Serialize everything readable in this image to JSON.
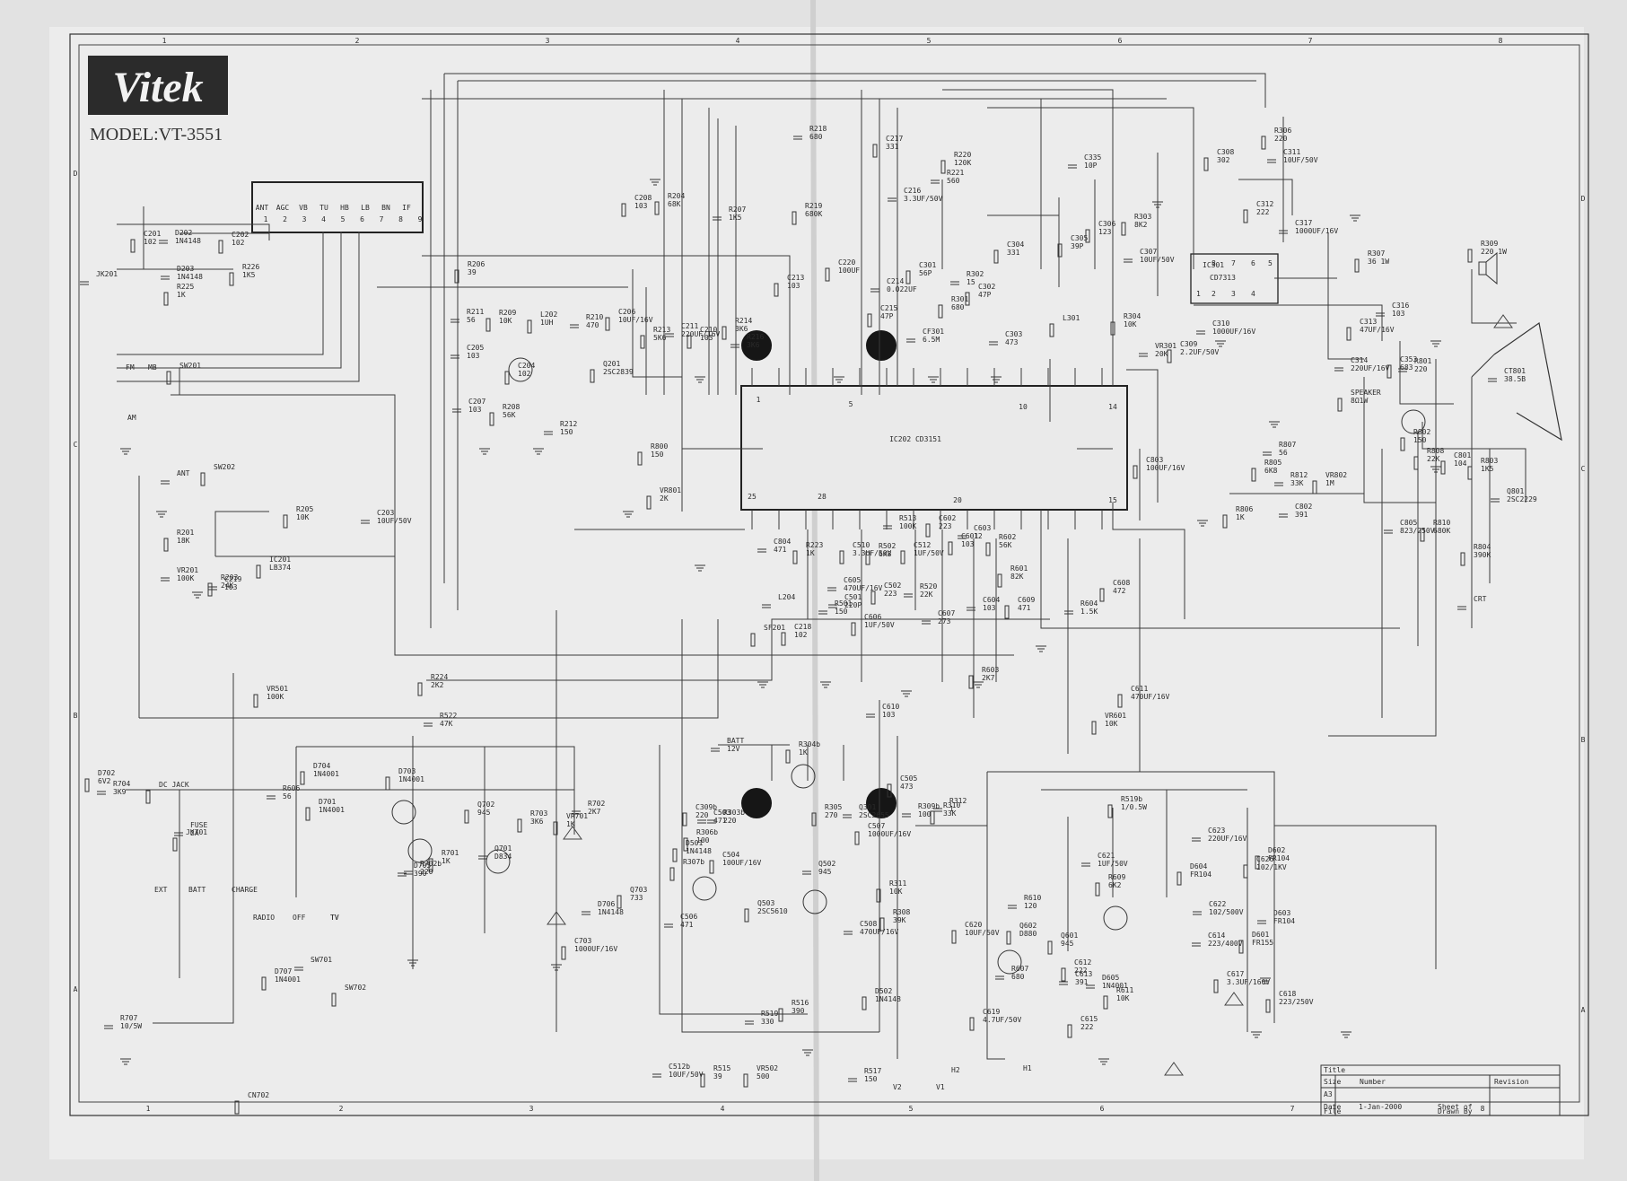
{
  "brand": {
    "logo_text": "Vitek",
    "model": "MODEL:VT-3551"
  },
  "grid": {
    "columns": [
      "1",
      "2",
      "3",
      "4",
      "5",
      "6",
      "7",
      "8"
    ],
    "rows": [
      "D",
      "C",
      "B",
      "A"
    ]
  },
  "connector": {
    "pins": [
      "ANT",
      "AGC",
      "VB",
      "TU",
      "HB",
      "LB",
      "BN",
      "IF"
    ],
    "numbers": [
      "1",
      "2",
      "3",
      "4",
      "5",
      "6",
      "7",
      "8",
      "9"
    ]
  },
  "ic": {
    "ic202": "IC202 CD3151",
    "pins": [
      "1",
      "5",
      "10",
      "14",
      "15",
      "20",
      "25",
      "28"
    ],
    "ic301": "IC301",
    "ic301_part": "CD7313",
    "ic301_pins": [
      "1",
      "2",
      "3",
      "4",
      "5",
      "6",
      "7",
      "8"
    ]
  },
  "components": [
    {
      "ref": "C201",
      "val": "102"
    },
    {
      "ref": "D202",
      "val": "1N4148"
    },
    {
      "ref": "C202",
      "val": "102"
    },
    {
      "ref": "D203",
      "val": "1N4148"
    },
    {
      "ref": "R225",
      "val": "1K"
    },
    {
      "ref": "R226",
      "val": "1K5"
    },
    {
      "ref": "JK201",
      "val": ""
    },
    {
      "ref": "SW201",
      "val": ""
    },
    {
      "ref": "ANT",
      "val": ""
    },
    {
      "ref": "SW202",
      "val": ""
    },
    {
      "ref": "R201",
      "val": "18K"
    },
    {
      "ref": "VR201",
      "val": "100K"
    },
    {
      "ref": "R203",
      "val": "24K"
    },
    {
      "ref": "C219",
      "val": "103"
    },
    {
      "ref": "IC201",
      "val": "LB374"
    },
    {
      "ref": "R205",
      "val": "10K"
    },
    {
      "ref": "C203",
      "val": "10UF/50V"
    },
    {
      "ref": "R206",
      "val": "39"
    },
    {
      "ref": "R211",
      "val": "56"
    },
    {
      "ref": "R209",
      "val": "10K"
    },
    {
      "ref": "L202",
      "val": "1UH"
    },
    {
      "ref": "R210",
      "val": "470"
    },
    {
      "ref": "C206",
      "val": "10UF/16V"
    },
    {
      "ref": "C205",
      "val": "103"
    },
    {
      "ref": "C204",
      "val": "102"
    },
    {
      "ref": "Q201",
      "val": "2SC2839"
    },
    {
      "ref": "C207",
      "val": "103"
    },
    {
      "ref": "R208",
      "val": "56K"
    },
    {
      "ref": "R212",
      "val": "150"
    },
    {
      "ref": "C208",
      "val": "103"
    },
    {
      "ref": "R204",
      "val": "68K"
    },
    {
      "ref": "R207",
      "val": "1K5"
    },
    {
      "ref": "R213",
      "val": "5K6"
    },
    {
      "ref": "C211",
      "val": "220UF/16V"
    },
    {
      "ref": "C210",
      "val": "103"
    },
    {
      "ref": "R214",
      "val": "3K6"
    },
    {
      "ref": "R216",
      "val": "3K6"
    },
    {
      "ref": "C213",
      "val": "103"
    },
    {
      "ref": "R218",
      "val": "680"
    },
    {
      "ref": "R219",
      "val": "680K"
    },
    {
      "ref": "C220",
      "val": "100UF"
    },
    {
      "ref": "C214",
      "val": "0.022UF"
    },
    {
      "ref": "C215",
      "val": "47P"
    },
    {
      "ref": "C216",
      "val": "3.3UF/50V"
    },
    {
      "ref": "C217",
      "val": "331"
    },
    {
      "ref": "R220",
      "val": "120K"
    },
    {
      "ref": "R221",
      "val": "560"
    },
    {
      "ref": "C301",
      "val": "56P"
    },
    {
      "ref": "CF301",
      "val": "6.5M"
    },
    {
      "ref": "R301",
      "val": "680"
    },
    {
      "ref": "C302",
      "val": "47P"
    },
    {
      "ref": "R302",
      "val": "15"
    },
    {
      "ref": "C304",
      "val": "331"
    },
    {
      "ref": "C303",
      "val": "473"
    },
    {
      "ref": "L301",
      "val": ""
    },
    {
      "ref": "C305",
      "val": "39P"
    },
    {
      "ref": "C335",
      "val": "10P"
    },
    {
      "ref": "C306",
      "val": "123"
    },
    {
      "ref": "C307",
      "val": "10UF/50V"
    },
    {
      "ref": "R303",
      "val": "8K2"
    },
    {
      "ref": "R304",
      "val": "10K"
    },
    {
      "ref": "VR301",
      "val": "20K"
    },
    {
      "ref": "C309",
      "val": "2.2UF/50V"
    },
    {
      "ref": "C310",
      "val": "1000UF/16V"
    },
    {
      "ref": "C308",
      "val": "302"
    },
    {
      "ref": "R306",
      "val": "220"
    },
    {
      "ref": "C311",
      "val": "10UF/50V"
    },
    {
      "ref": "C312",
      "val": "222"
    },
    {
      "ref": "C317",
      "val": "1000UF/16V"
    },
    {
      "ref": "R307",
      "val": "36 1W"
    },
    {
      "ref": "R309",
      "val": "220 1W"
    },
    {
      "ref": "C316",
      "val": "103"
    },
    {
      "ref": "C313",
      "val": "47UF/16V"
    },
    {
      "ref": "C314",
      "val": "220UF/16V"
    },
    {
      "ref": "SPEAKER",
      "val": "8Ω1W"
    },
    {
      "ref": "C353",
      "val": "683"
    },
    {
      "ref": "R801",
      "val": "220"
    },
    {
      "ref": "R802",
      "val": "150"
    },
    {
      "ref": "CT801",
      "val": "38.5B"
    },
    {
      "ref": "C801",
      "val": "104"
    },
    {
      "ref": "R803",
      "val": "1K5"
    },
    {
      "ref": "Q801",
      "val": "2SC2229"
    },
    {
      "ref": "R804",
      "val": "390K"
    },
    {
      "ref": "CRT",
      "val": ""
    },
    {
      "ref": "R808",
      "val": "22K"
    },
    {
      "ref": "R810",
      "val": "680K"
    },
    {
      "ref": "C805",
      "val": "823/250V"
    },
    {
      "ref": "VR802",
      "val": "1M"
    },
    {
      "ref": "R812",
      "val": "33K"
    },
    {
      "ref": "R805",
      "val": "6K8"
    },
    {
      "ref": "R806",
      "val": "1K"
    },
    {
      "ref": "C802",
      "val": "391"
    },
    {
      "ref": "C803",
      "val": "100UF/16V"
    },
    {
      "ref": "R807",
      "val": "56"
    },
    {
      "ref": "R800",
      "val": "150"
    },
    {
      "ref": "VR801",
      "val": "2K"
    },
    {
      "ref": "C804",
      "val": "471"
    },
    {
      "ref": "R223",
      "val": "1K"
    },
    {
      "ref": "L204",
      "val": ""
    },
    {
      "ref": "SF201",
      "val": ""
    },
    {
      "ref": "C218",
      "val": "102"
    },
    {
      "ref": "R501",
      "val": "150"
    },
    {
      "ref": "C510",
      "val": "3.3UF/50V"
    },
    {
      "ref": "C501",
      "val": "220P"
    },
    {
      "ref": "C502",
      "val": "223"
    },
    {
      "ref": "R502",
      "val": "6K8"
    },
    {
      "ref": "R513",
      "val": "100K"
    },
    {
      "ref": "C512",
      "val": "1UF/50V"
    },
    {
      "ref": "R520",
      "val": "22K"
    },
    {
      "ref": "C602",
      "val": "223"
    },
    {
      "ref": "C601",
      "val": "103"
    },
    {
      "ref": "C603",
      "val": "12"
    },
    {
      "ref": "R602",
      "val": "56K"
    },
    {
      "ref": "C604",
      "val": "103"
    },
    {
      "ref": "R601",
      "val": "82K"
    },
    {
      "ref": "C609",
      "val": "471"
    },
    {
      "ref": "C607",
      "val": "273"
    },
    {
      "ref": "R603",
      "val": "2K7"
    },
    {
      "ref": "R604",
      "val": "1.5K"
    },
    {
      "ref": "C608",
      "val": "472"
    },
    {
      "ref": "VR601",
      "val": "10K"
    },
    {
      "ref": "C605",
      "val": "470UF/16V"
    },
    {
      "ref": "C606",
      "val": "1UF/50V"
    },
    {
      "ref": "C610",
      "val": "103"
    },
    {
      "ref": "C611",
      "val": "470UF/16V"
    },
    {
      "ref": "VR501",
      "val": "100K"
    },
    {
      "ref": "R522",
      "val": "47K"
    },
    {
      "ref": "R224",
      "val": "2K2"
    },
    {
      "ref": "R606",
      "val": "56"
    },
    {
      "ref": "D704",
      "val": "1N4001"
    },
    {
      "ref": "D703",
      "val": "1N4001"
    },
    {
      "ref": "D705",
      "val": "390"
    },
    {
      "ref": "R701",
      "val": "1K"
    },
    {
      "ref": "Q701",
      "val": "D834"
    },
    {
      "ref": "Q702",
      "val": "945"
    },
    {
      "ref": "R703",
      "val": "3K6"
    },
    {
      "ref": "D706",
      "val": "1N4148"
    },
    {
      "ref": "Q703",
      "val": "733"
    },
    {
      "ref": "R702",
      "val": "2K7"
    },
    {
      "ref": "VR701",
      "val": "1K"
    },
    {
      "ref": "C703",
      "val": "1000UF/16V"
    },
    {
      "ref": "R702b",
      "val": "220"
    },
    {
      "ref": "D702",
      "val": "6V2"
    },
    {
      "ref": "R704",
      "val": "3K9"
    },
    {
      "ref": "DC JACK",
      "val": ""
    },
    {
      "ref": "JK701",
      "val": ""
    },
    {
      "ref": "FUSE",
      "val": "2A"
    },
    {
      "ref": "D701",
      "val": "1N4001"
    },
    {
      "ref": "SW701",
      "val": ""
    },
    {
      "ref": "SW702",
      "val": ""
    },
    {
      "ref": "D707",
      "val": "1N4001"
    },
    {
      "ref": "R707",
      "val": "10/5W"
    },
    {
      "ref": "CN702",
      "val": ""
    },
    {
      "ref": "BATT",
      "val": "12V"
    },
    {
      "ref": "R304b",
      "val": "1K"
    },
    {
      "ref": "R305",
      "val": "270"
    },
    {
      "ref": "Q301",
      "val": "2SC2655"
    },
    {
      "ref": "C309b",
      "val": "220"
    },
    {
      "ref": "R303b",
      "val": "220"
    },
    {
      "ref": "C504",
      "val": "100UF/16V"
    },
    {
      "ref": "R306b",
      "val": "100"
    },
    {
      "ref": "C503",
      "val": "471"
    },
    {
      "ref": "D501",
      "val": "1N4148"
    },
    {
      "ref": "Q502",
      "val": "945"
    },
    {
      "ref": "R307b",
      "val": ""
    },
    {
      "ref": "Q503",
      "val": "2SC5610"
    },
    {
      "ref": "C506",
      "val": "471"
    },
    {
      "ref": "R308",
      "val": "39K"
    },
    {
      "ref": "C508",
      "val": "470UF/16V"
    },
    {
      "ref": "C507",
      "val": "1000UF/16V"
    },
    {
      "ref": "C505",
      "val": "473"
    },
    {
      "ref": "R312",
      "val": "1"
    },
    {
      "ref": "R310",
      "val": "33K"
    },
    {
      "ref": "R309b",
      "val": "100"
    },
    {
      "ref": "R311",
      "val": "10K"
    },
    {
      "ref": "D502",
      "val": "1N4148"
    },
    {
      "ref": "R519",
      "val": "330"
    },
    {
      "ref": "R516",
      "val": "390"
    },
    {
      "ref": "C512b",
      "val": "10UF/50V"
    },
    {
      "ref": "R515",
      "val": "39"
    },
    {
      "ref": "VR502",
      "val": "500"
    },
    {
      "ref": "R517",
      "val": "150"
    },
    {
      "ref": "R519b",
      "val": "1/0.5W"
    },
    {
      "ref": "C621",
      "val": "1UF/50V"
    },
    {
      "ref": "R609",
      "val": "6K2"
    },
    {
      "ref": "Q602",
      "val": "D880"
    },
    {
      "ref": "R610",
      "val": "120"
    },
    {
      "ref": "C620",
      "val": "10UF/50V"
    },
    {
      "ref": "R607",
      "val": "680"
    },
    {
      "ref": "Q601",
      "val": "945"
    },
    {
      "ref": "C612",
      "val": "222"
    },
    {
      "ref": "D605",
      "val": "1N4001"
    },
    {
      "ref": "R611",
      "val": "10K"
    },
    {
      "ref": "C613",
      "val": "391"
    },
    {
      "ref": "C619",
      "val": "4.7UF/50V"
    },
    {
      "ref": "C615",
      "val": "222"
    },
    {
      "ref": "C623",
      "val": "220UF/16V"
    },
    {
      "ref": "D604",
      "val": "FR104"
    },
    {
      "ref": "C622",
      "val": "102/500V"
    },
    {
      "ref": "C626",
      "val": "102/1KV"
    },
    {
      "ref": "D602",
      "val": "FR104"
    },
    {
      "ref": "D603",
      "val": "FR104"
    },
    {
      "ref": "D601",
      "val": "FR155"
    },
    {
      "ref": "C614",
      "val": "223/400V"
    },
    {
      "ref": "C617",
      "val": "3.3UF/160V"
    },
    {
      "ref": "C618",
      "val": "223/250V"
    }
  ],
  "switch_labels": [
    "EXT",
    "BATT",
    "CHARGE",
    "RADIO",
    "OFF",
    "TV",
    "FM",
    "MB",
    "AM",
    "TV"
  ],
  "coil_labels": [
    "H2",
    "H1",
    "V2",
    "V1"
  ],
  "title_block": {
    "rows": [
      "Title",
      "Size",
      "A3",
      "Date",
      "File"
    ],
    "right": [
      "Number",
      "Revision",
      "Sheet of",
      "Drawn By"
    ],
    "date": "1-Jan-2000"
  }
}
